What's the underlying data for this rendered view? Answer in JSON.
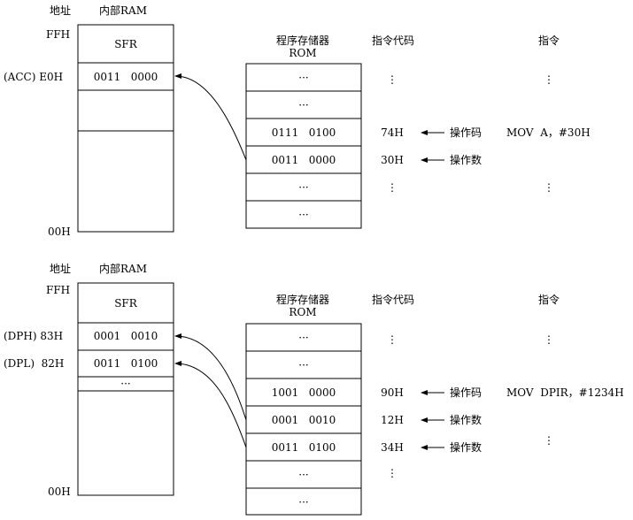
{
  "top": {
    "addr_header": "地址",
    "ram_header": "内部RAM",
    "addr_ffh": "FFH",
    "sfr": "SFR",
    "acc_label": "(ACC) E0H",
    "acc_value": "0011   0000",
    "addr_00h": "00H",
    "rom_title_1": "程序存储器",
    "rom_title_2": "ROM",
    "code_header": "指令代码",
    "instr_header": "指令",
    "rom_cells": [
      "···",
      "···",
      "0111   0100",
      "0011   0000",
      "···",
      "···"
    ],
    "codes": [
      "⋮",
      "",
      "74H",
      "30H",
      "⋮",
      ""
    ],
    "arrow_labels": [
      "",
      "",
      "操作码",
      "操作数",
      "",
      ""
    ],
    "instructions": [
      "⋮",
      "",
      "MOV  A，#30H",
      "",
      "⋮",
      ""
    ]
  },
  "bottom": {
    "addr_header": "地址",
    "ram_header": "内部RAM",
    "addr_ffh": "FFH",
    "sfr": "SFR",
    "dph_label": "(DPH) 83H",
    "dph_value": "0001   0010",
    "dpl_label": "(DPL)  82H",
    "dpl_value": "0011   0100",
    "ram_dots": "···",
    "addr_00h": "00H",
    "rom_title_1": "程序存储器",
    "rom_title_2": "ROM",
    "code_header": "指令代码",
    "instr_header": "指令",
    "rom_cells": [
      "···",
      "···",
      "1001   0000",
      "0001   0010",
      "0011   0100",
      "···",
      "···"
    ],
    "codes": [
      "⋮",
      "",
      "90H",
      "12H",
      "34H",
      "⋮",
      ""
    ],
    "arrow_labels": [
      "",
      "",
      "操作码",
      "操作数",
      "操作数",
      "",
      ""
    ],
    "instructions": [
      "⋮",
      "",
      "MOV  DPIR，#1234H",
      "",
      "⋮",
      "",
      ""
    ]
  }
}
